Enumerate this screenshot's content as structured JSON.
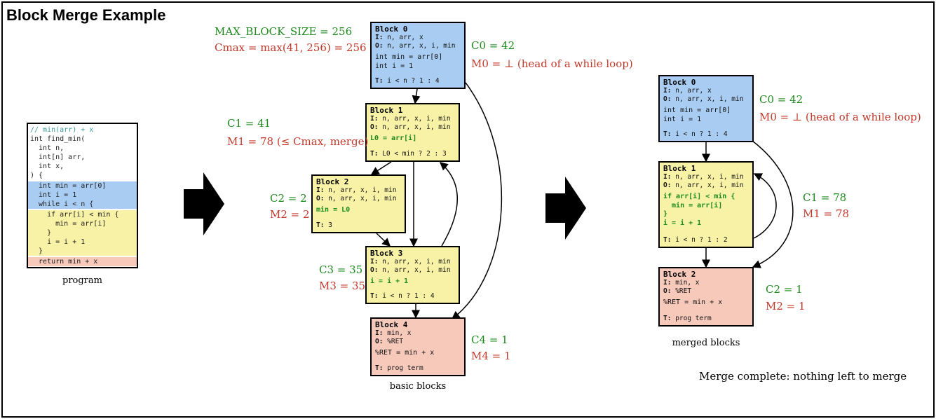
{
  "title": "Block Merge Example",
  "program": {
    "lines": [
      "// min(arr) + x",
      "int find_min(",
      "  int n,",
      "  int[n] arr,",
      "  int x,",
      ") {",
      "  int min = arr[0]",
      "  int i = 1",
      "  while i < n {",
      "    if arr[i] < min {",
      "      min = arr[i]",
      "    }",
      "    i = i + 1",
      "  }",
      "  return min + x"
    ],
    "caption": "program"
  },
  "params": {
    "max_block_size": "MAX_BLOCK_SIZE = 256",
    "cmax": "Cmax = max(41, 256) = 256"
  },
  "basic_blocks": {
    "caption": "basic blocks",
    "blocks": [
      {
        "title": "Block 0",
        "in": "n, arr, x",
        "out": "n, arr, x, i, min",
        "code": [
          "int min = arr[0]",
          "int i = 1"
        ],
        "term": "i < n ? 1 : 4",
        "cost": "C0 = 42",
        "merge": "M0 = ⊥ (head of a while loop)",
        "color": "blue"
      },
      {
        "title": "Block 1",
        "in": "n, arr, x, i, min",
        "out": "n, arr, x, i, min",
        "code": [
          "L0 = arr[i]"
        ],
        "term": "L0 < min ? 2 : 3",
        "cost": "C1 = 41",
        "merge": "M1 = 78 (≤ Cmax, merge)",
        "color": "yellow"
      },
      {
        "title": "Block 2",
        "in": "n, arr, x, i, min",
        "out": "n, arr, x, i, min",
        "code": [
          "min = L0"
        ],
        "term": "3",
        "cost": "C2 = 2",
        "merge": "M2 = 2",
        "color": "yellow"
      },
      {
        "title": "Block 3",
        "in": "n, arr, x, i, min",
        "out": "n, arr, x, i, min",
        "code": [
          "i = i + 1"
        ],
        "term": "i < n ? 1 : 4",
        "cost": "C3 = 35",
        "merge": "M3 = 35",
        "color": "yellow"
      },
      {
        "title": "Block 4",
        "in": "min, x",
        "out": "%RET",
        "code": [
          "%RET = min + x"
        ],
        "term": "prog term",
        "cost": "C4 = 1",
        "merge": "M4 = 1",
        "color": "red"
      }
    ]
  },
  "merged_blocks": {
    "caption": "merged blocks",
    "blocks": [
      {
        "title": "Block 0",
        "in": "n, arr, x",
        "out": "n, arr, x, i, min",
        "code": [
          "int min = arr[0]",
          "int i = 1"
        ],
        "term": "i < n ? 1 : 4",
        "cost": "C0 = 42",
        "merge": "M0 = ⊥ (head of a while loop)",
        "color": "blue"
      },
      {
        "title": "Block 1",
        "in": "n, arr, x, i, min",
        "out": "n, arr, x, i, min",
        "code": [
          "if arr[i] < min {",
          "  min = arr[i]",
          "}",
          "i = i + 1"
        ],
        "term": "i < n ? 1 : 2",
        "cost": "C1 = 78",
        "merge": "M1 = 78",
        "color": "yellow"
      },
      {
        "title": "Block 2",
        "in": "min, x",
        "out": "%RET",
        "code": [
          "%RET = min + x"
        ],
        "term": "prog term",
        "cost": "C2 = 1",
        "merge": "M2 = 1",
        "color": "red"
      }
    ],
    "status": "Merge complete: nothing left to merge"
  },
  "labels": {
    "in": "I:",
    "out": "O:",
    "term": "T:"
  },
  "colors": {
    "blue": "#a9cdf2",
    "yellow": "#f8f2a6",
    "red": "#f7c9bb",
    "green": "#1d8a1d",
    "redtext": "#c0392b"
  }
}
